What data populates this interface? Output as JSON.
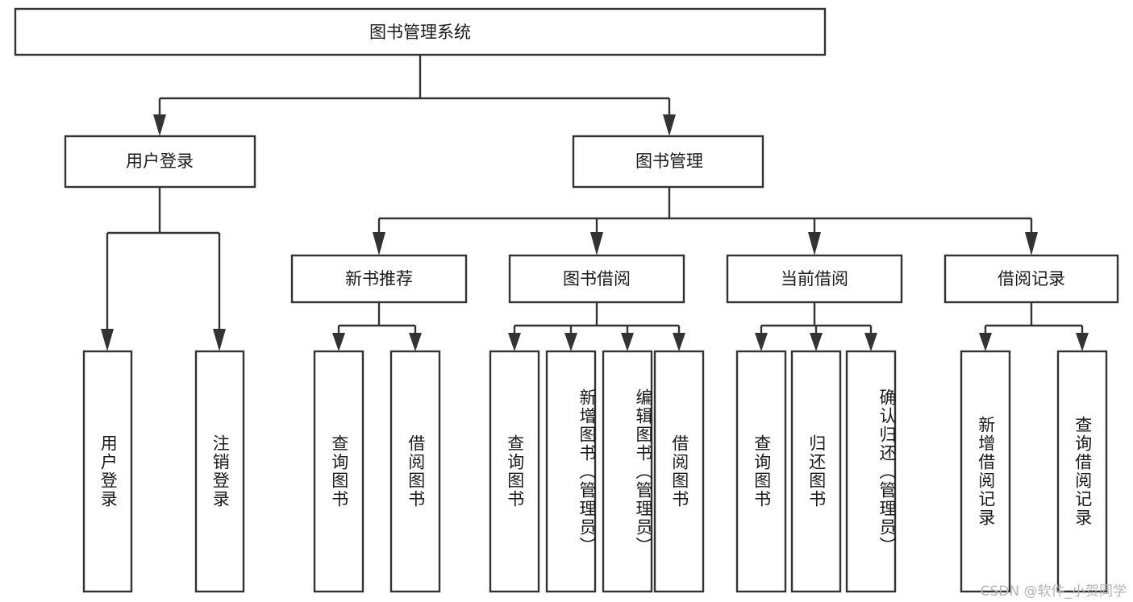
{
  "diagram": {
    "type": "tree",
    "title": "图书管理系统",
    "root": {
      "label": "图书管理系统",
      "name": "root-node"
    },
    "level2": [
      {
        "label": "用户登录",
        "name": "node-user-login"
      },
      {
        "label": "图书管理",
        "name": "node-book-management"
      }
    ],
    "level3": [
      {
        "label": "新书推荐",
        "name": "node-new-book-recommend"
      },
      {
        "label": "图书借阅",
        "name": "node-book-borrow"
      },
      {
        "label": "当前借阅",
        "name": "node-current-borrow"
      },
      {
        "label": "借阅记录",
        "name": "node-borrow-record"
      }
    ],
    "leaves": [
      {
        "label": "用户登录",
        "name": "leaf-user-login",
        "parent": "用户登录"
      },
      {
        "label": "注销登录",
        "name": "leaf-logout",
        "parent": "用户登录"
      },
      {
        "label": "查询图书",
        "name": "leaf-query-book-recommend",
        "parent": "新书推荐"
      },
      {
        "label": "借阅图书",
        "name": "leaf-borrow-book-recommend",
        "parent": "新书推荐"
      },
      {
        "label": "查询图书",
        "name": "leaf-query-book-borrow",
        "parent": "图书借阅"
      },
      {
        "label": "新增图书（管理员）",
        "name": "leaf-add-book-admin",
        "parent": "图书借阅"
      },
      {
        "label": "编辑图书（管理员）",
        "name": "leaf-edit-book-admin",
        "parent": "图书借阅"
      },
      {
        "label": "借阅图书",
        "name": "leaf-borrow-book",
        "parent": "图书借阅"
      },
      {
        "label": "查询图书",
        "name": "leaf-query-book-current",
        "parent": "当前借阅"
      },
      {
        "label": "归还图书",
        "name": "leaf-return-book",
        "parent": "当前借阅"
      },
      {
        "label": "确认归还（管理员）",
        "name": "leaf-confirm-return-admin",
        "parent": "当前借阅"
      },
      {
        "label": "新增借阅记录",
        "name": "leaf-add-borrow-record",
        "parent": "借阅记录"
      },
      {
        "label": "查询借阅记录",
        "name": "leaf-query-borrow-record",
        "parent": "借阅记录"
      }
    ],
    "colors": {
      "stroke": "#333333",
      "fill": "#ffffff",
      "text": "#1a1a1a",
      "watermark": "#b5b5b5"
    }
  },
  "watermark": {
    "text": "CSDN @软件_小贺同学"
  }
}
